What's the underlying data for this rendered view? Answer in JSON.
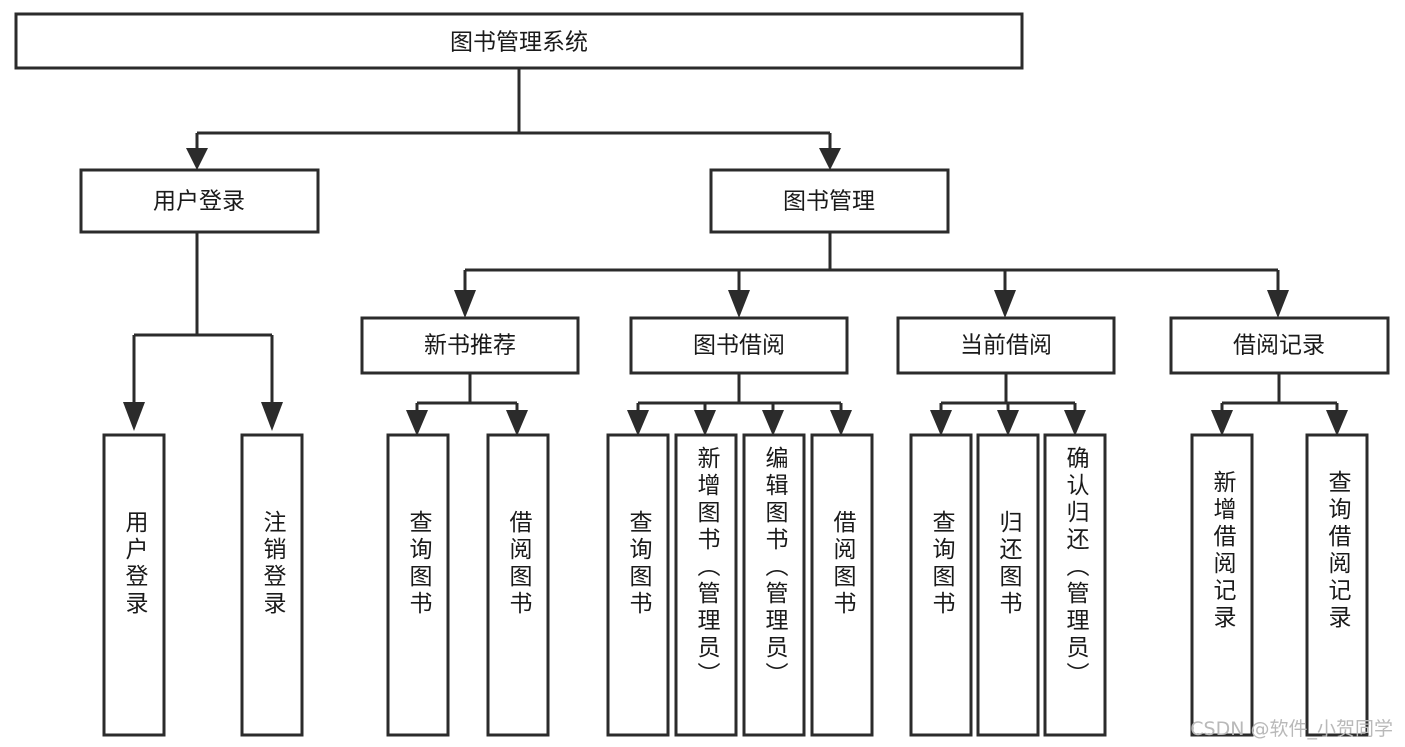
{
  "diagram": {
    "title": "图书管理系统",
    "type": "tree-hierarchy-diagram",
    "theme": {
      "background": "#ffffff",
      "box_fill": "#ffffff",
      "box_stroke": "#2b2b2b",
      "text_color": "#1a1a1a",
      "watermark_color": "#b9b9b9"
    },
    "levels": {
      "root": "图书管理系统",
      "level2": [
        "用户登录",
        "图书管理"
      ],
      "level3": [
        "新书推荐",
        "图书借阅",
        "当前借阅",
        "借阅记录"
      ]
    },
    "nodes": {
      "root": {
        "label": "图书管理系统"
      },
      "user_login": {
        "label": "用户登录"
      },
      "book_manage": {
        "label": "图书管理"
      },
      "new_book_rec": {
        "label": "新书推荐"
      },
      "book_borrow": {
        "label": "图书借阅"
      },
      "current_borrow": {
        "label": "当前借阅"
      },
      "borrow_record": {
        "label": "借阅记录"
      },
      "leaf_user_login": {
        "label": "用户登录"
      },
      "leaf_user_logout": {
        "label": "注销登录"
      },
      "leaf_query_book_1": {
        "label": "查询图书"
      },
      "leaf_borrow_book_1": {
        "label": "借阅图书"
      },
      "leaf_query_book_2": {
        "label": "查询图书"
      },
      "leaf_add_book_admin": {
        "label": "新增图书（管理员）"
      },
      "leaf_edit_book_admin": {
        "label": "编辑图书（管理员）"
      },
      "leaf_borrow_book_2": {
        "label": "借阅图书"
      },
      "leaf_query_book_3": {
        "label": "查询图书"
      },
      "leaf_return_book": {
        "label": "归还图书"
      },
      "leaf_confirm_return_admin": {
        "label": "确认归还（管理员）"
      },
      "leaf_add_borrow_record": {
        "label": "新增借阅记录"
      },
      "leaf_query_borrow_record": {
        "label": "查询借阅记录"
      }
    },
    "edges": [
      {
        "from": "root",
        "to": "user_login"
      },
      {
        "from": "root",
        "to": "book_manage"
      },
      {
        "from": "user_login",
        "to": "leaf_user_login"
      },
      {
        "from": "user_login",
        "to": "leaf_user_logout"
      },
      {
        "from": "book_manage",
        "to": "new_book_rec"
      },
      {
        "from": "book_manage",
        "to": "book_borrow"
      },
      {
        "from": "book_manage",
        "to": "current_borrow"
      },
      {
        "from": "book_manage",
        "to": "borrow_record"
      },
      {
        "from": "new_book_rec",
        "to": "leaf_query_book_1"
      },
      {
        "from": "new_book_rec",
        "to": "leaf_borrow_book_1"
      },
      {
        "from": "book_borrow",
        "to": "leaf_query_book_2"
      },
      {
        "from": "book_borrow",
        "to": "leaf_add_book_admin"
      },
      {
        "from": "book_borrow",
        "to": "leaf_edit_book_admin"
      },
      {
        "from": "book_borrow",
        "to": "leaf_borrow_book_2"
      },
      {
        "from": "current_borrow",
        "to": "leaf_query_book_3"
      },
      {
        "from": "current_borrow",
        "to": "leaf_return_book"
      },
      {
        "from": "current_borrow",
        "to": "leaf_confirm_return_admin"
      },
      {
        "from": "borrow_record",
        "to": "leaf_add_borrow_record"
      },
      {
        "from": "borrow_record",
        "to": "leaf_query_borrow_record"
      }
    ]
  },
  "watermark": {
    "text": "CSDN @软件_小贺同学"
  }
}
